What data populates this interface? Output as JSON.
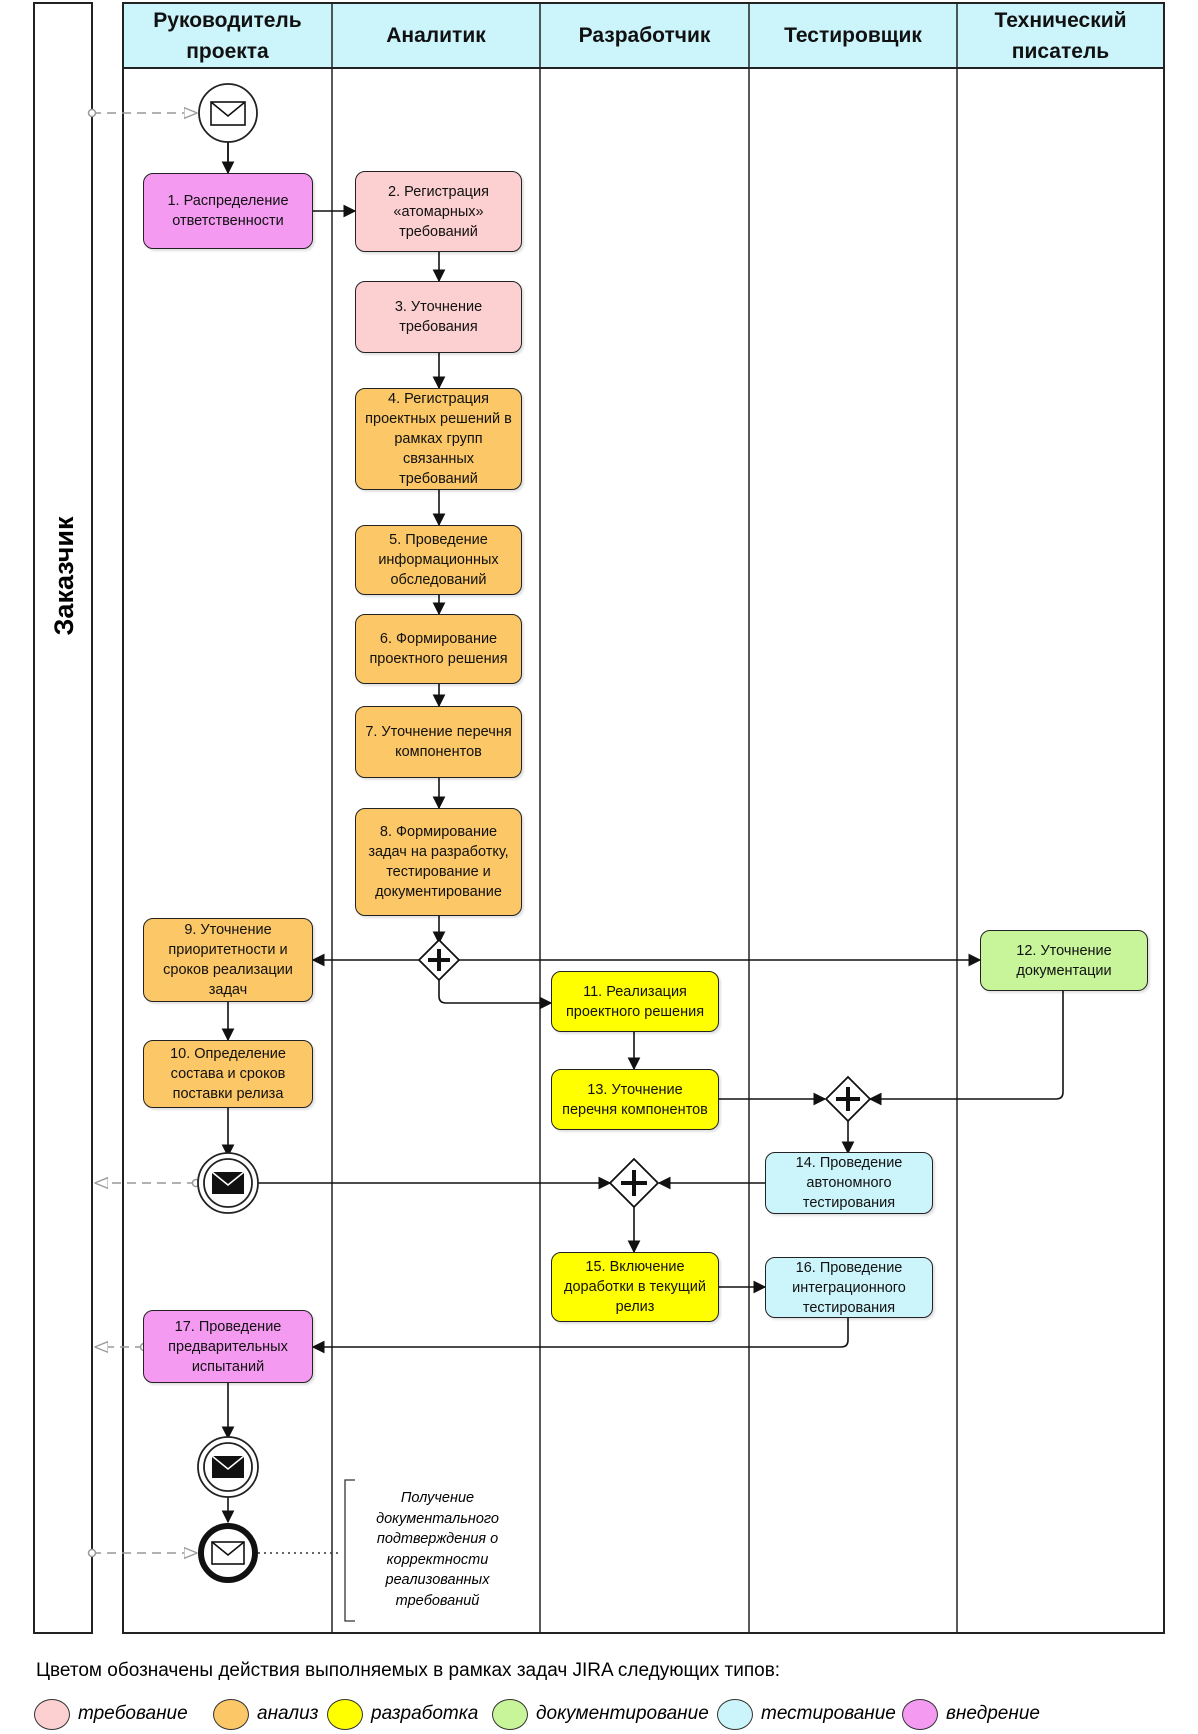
{
  "pool": {
    "label": "Заказчик"
  },
  "lanes": [
    {
      "id": "pm",
      "label": "Руководитель\nпроекта"
    },
    {
      "id": "an",
      "label": "Аналитик"
    },
    {
      "id": "dev",
      "label": "Разработчик"
    },
    {
      "id": "qa",
      "label": "Тестировщик"
    },
    {
      "id": "tw",
      "label": "Технический\nписатель"
    }
  ],
  "colors": {
    "lane_header": "#ccf4fb",
    "requirement": "#fcd0d0",
    "analysis": "#fbc767",
    "development": "#ffff00",
    "documentation": "#c8f59a",
    "testing": "#ccf4fb",
    "implementation": "#f49af1"
  },
  "tasks": [
    {
      "id": "t1",
      "text": "1. Распределение\nответственности",
      "type": "implementation"
    },
    {
      "id": "t2",
      "text": "2. Регистрация\n«атомарных»\nтребований",
      "type": "requirement"
    },
    {
      "id": "t3",
      "text": "3. Уточнение\nтребования",
      "type": "requirement"
    },
    {
      "id": "t4",
      "text": "4. Регистрация\nпроектных решений в\nрамках групп\nсвязанных\nтребований",
      "type": "analysis"
    },
    {
      "id": "t5",
      "text": "5. Проведение\nинформационных\nобследований",
      "type": "analysis"
    },
    {
      "id": "t6",
      "text": "6. Формирование\nпроектного решения",
      "type": "analysis"
    },
    {
      "id": "t7",
      "text": "7. Уточнение перечня\nкомпонентов",
      "type": "analysis"
    },
    {
      "id": "t8",
      "text": "8. Формирование\nзадач на разработку,\nтестирование и\nдокументирование",
      "type": "analysis"
    },
    {
      "id": "t9",
      "text": "9. Уточнение\nприоритетности и\nсроков реализации\nзадач",
      "type": "analysis"
    },
    {
      "id": "t10",
      "text": "10. Определение\nсостава и сроков\nпоставки релиза",
      "type": "analysis"
    },
    {
      "id": "t11",
      "text": "11. Реализация\nпроектного решения",
      "type": "development"
    },
    {
      "id": "t12",
      "text": "12. Уточнение\nдокументации",
      "type": "documentation"
    },
    {
      "id": "t13",
      "text": "13. Уточнение\nперечня компонентов",
      "type": "development"
    },
    {
      "id": "t14",
      "text": "14. Проведение\nавтономного\nтестирования",
      "type": "testing"
    },
    {
      "id": "t15",
      "text": "15. Включение\nдоработки в  текущий\nрелиз",
      "type": "development"
    },
    {
      "id": "t16",
      "text": "16. Проведение\nинтеграционного\nтестирования",
      "type": "testing"
    },
    {
      "id": "t17",
      "text": "17. Проведение\nпредварительных\nиспытаний",
      "type": "implementation"
    }
  ],
  "annotation": "Получение\nдокументального\nподтверждения о\nкорректности\nреализованных\nтребований",
  "legend": {
    "title": "Цветом обозначены действия выполняемых в рамках задач JIRA следующих типов:",
    "items": [
      {
        "type": "requirement",
        "label": "требование"
      },
      {
        "type": "analysis",
        "label": "анализ"
      },
      {
        "type": "development",
        "label": "разработка"
      },
      {
        "type": "documentation",
        "label": "документирование"
      },
      {
        "type": "testing",
        "label": "тестирование"
      },
      {
        "type": "implementation",
        "label": "внедрение"
      }
    ]
  }
}
